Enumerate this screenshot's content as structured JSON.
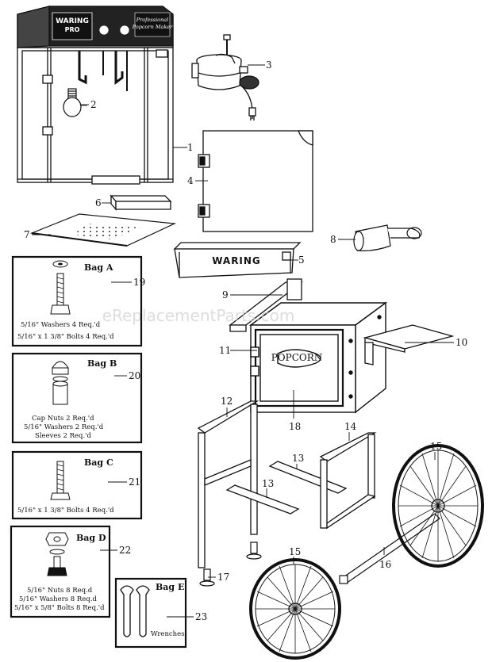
{
  "machine": {
    "brand_line1": "WARING",
    "brand_line2": "PRO",
    "tagline_line1": "Professional",
    "tagline_line2": "Popcorn Maker",
    "pan_brand": "WARING"
  },
  "cart_label": "POPCORN",
  "watermark": "eReplacementParts.com",
  "callouts": [
    "1",
    "2",
    "3",
    "4",
    "5",
    "6",
    "7",
    "8",
    "9",
    "10",
    "11",
    "12",
    "13",
    "13",
    "14",
    "15",
    "15",
    "16",
    "17",
    "18",
    "19",
    "20",
    "21",
    "22",
    "23"
  ],
  "bags": [
    {
      "title": "Bag A",
      "lines": [
        "5/16\" Washers  4 Req.'d",
        "5/16\" x 1 3/8\" Bolts 4 Req.'d"
      ]
    },
    {
      "title": "Bag B",
      "lines": [
        "Cap Nuts  2 Req.'d",
        "5/16\" Washers  2 Req.'d",
        "Sleeves  2 Req.'d"
      ]
    },
    {
      "title": "Bag C",
      "lines": [
        "5/16\" x 1 3/8\" Bolts 4 Req.'d"
      ]
    },
    {
      "title": "Bag D",
      "lines": [
        "5/16\" Nuts  8 Req.d",
        "5/16\" Washers  8 Req.d",
        "5/16\" x 5/8\" Bolts 8 Req.'d"
      ]
    },
    {
      "title": "Bag E",
      "lines": [
        "Wrenches"
      ]
    }
  ]
}
